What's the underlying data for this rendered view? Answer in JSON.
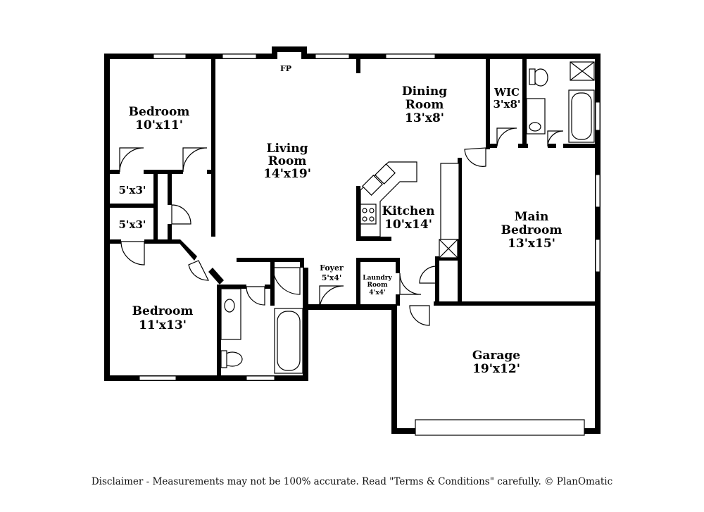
{
  "rooms": {
    "bedroom_top": {
      "name": "Bedroom",
      "size": "10'x11'"
    },
    "closet_a": {
      "size": "5'x3'"
    },
    "closet_b": {
      "size": "5'x3'"
    },
    "bedroom_bottom": {
      "name": "Bedroom",
      "size": "11'x13'"
    },
    "living": {
      "name_1": "Living",
      "name_2": "Room",
      "size": "14'x19'"
    },
    "fireplace": {
      "label": "FP"
    },
    "dining": {
      "name_1": "Dining",
      "name_2": "Room",
      "size": "13'x8'"
    },
    "wic": {
      "name": "WIC",
      "size": "3'x8'"
    },
    "kitchen": {
      "name": "Kitchen",
      "size": "10'x14'"
    },
    "main_bedroom": {
      "name_1": "Main",
      "name_2": "Bedroom",
      "size": "13'x15'"
    },
    "foyer": {
      "name": "Foyer",
      "size": "5'x4'"
    },
    "laundry": {
      "name_1": "Laundry",
      "name_2": "Room",
      "size": "4'x4'"
    },
    "garage": {
      "name": "Garage",
      "size": "19'x12'"
    }
  },
  "footer": {
    "disclaimer": "Disclaimer - Measurements may not be 100% accurate. Read \"Terms & Conditions\" carefully. © PlanOmatic"
  }
}
